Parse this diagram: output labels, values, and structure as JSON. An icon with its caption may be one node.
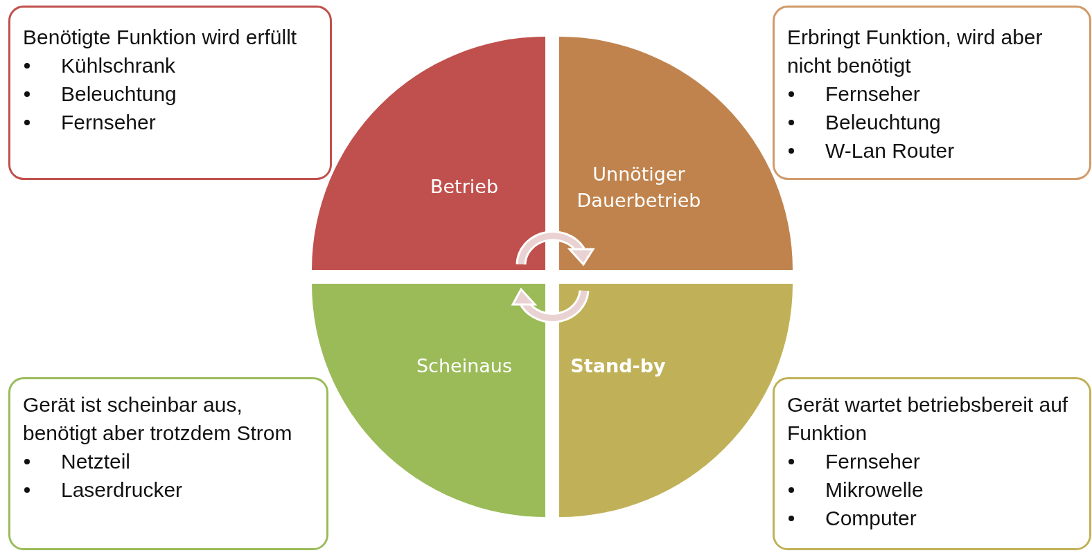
{
  "diagram": {
    "nodes": [
      {
        "text": [
          "Benötigte Funktion wird erfüllt",
          "Kühlschrank",
          "Beleuchtung",
          "Fernseher"
        ]
      },
      {
        "text": [
          "Erbringt Funktion, wird aber nicht benötigt",
          "Fernseher",
          "Beleuchtung",
          "W-Lan Router"
        ]
      },
      {
        "text": [
          "Betrieb"
        ]
      },
      {
        "text": [
          "Unnötiger Dauerbetrieb"
        ]
      },
      {
        "text": [
          "Scheinaus"
        ]
      },
      {
        "text": [
          "Stand-by"
        ]
      },
      {
        "text": [
          "Gerät ist scheinbar aus, benötigt aber trotzdem Strom",
          "Netzteil",
          "Laserdrucker"
        ]
      },
      {
        "text": [
          "Gerät wartet betriebsbereit auf Funktion",
          "Fernseher",
          "Mikrowelle",
          "Computer"
        ]
      }
    ],
    "edges": [
      {
        "from": 2,
        "to": 3,
        "arrow": "to"
      },
      {
        "from": 5,
        "to": 4,
        "arrow": "to"
      }
    ]
  }
}
